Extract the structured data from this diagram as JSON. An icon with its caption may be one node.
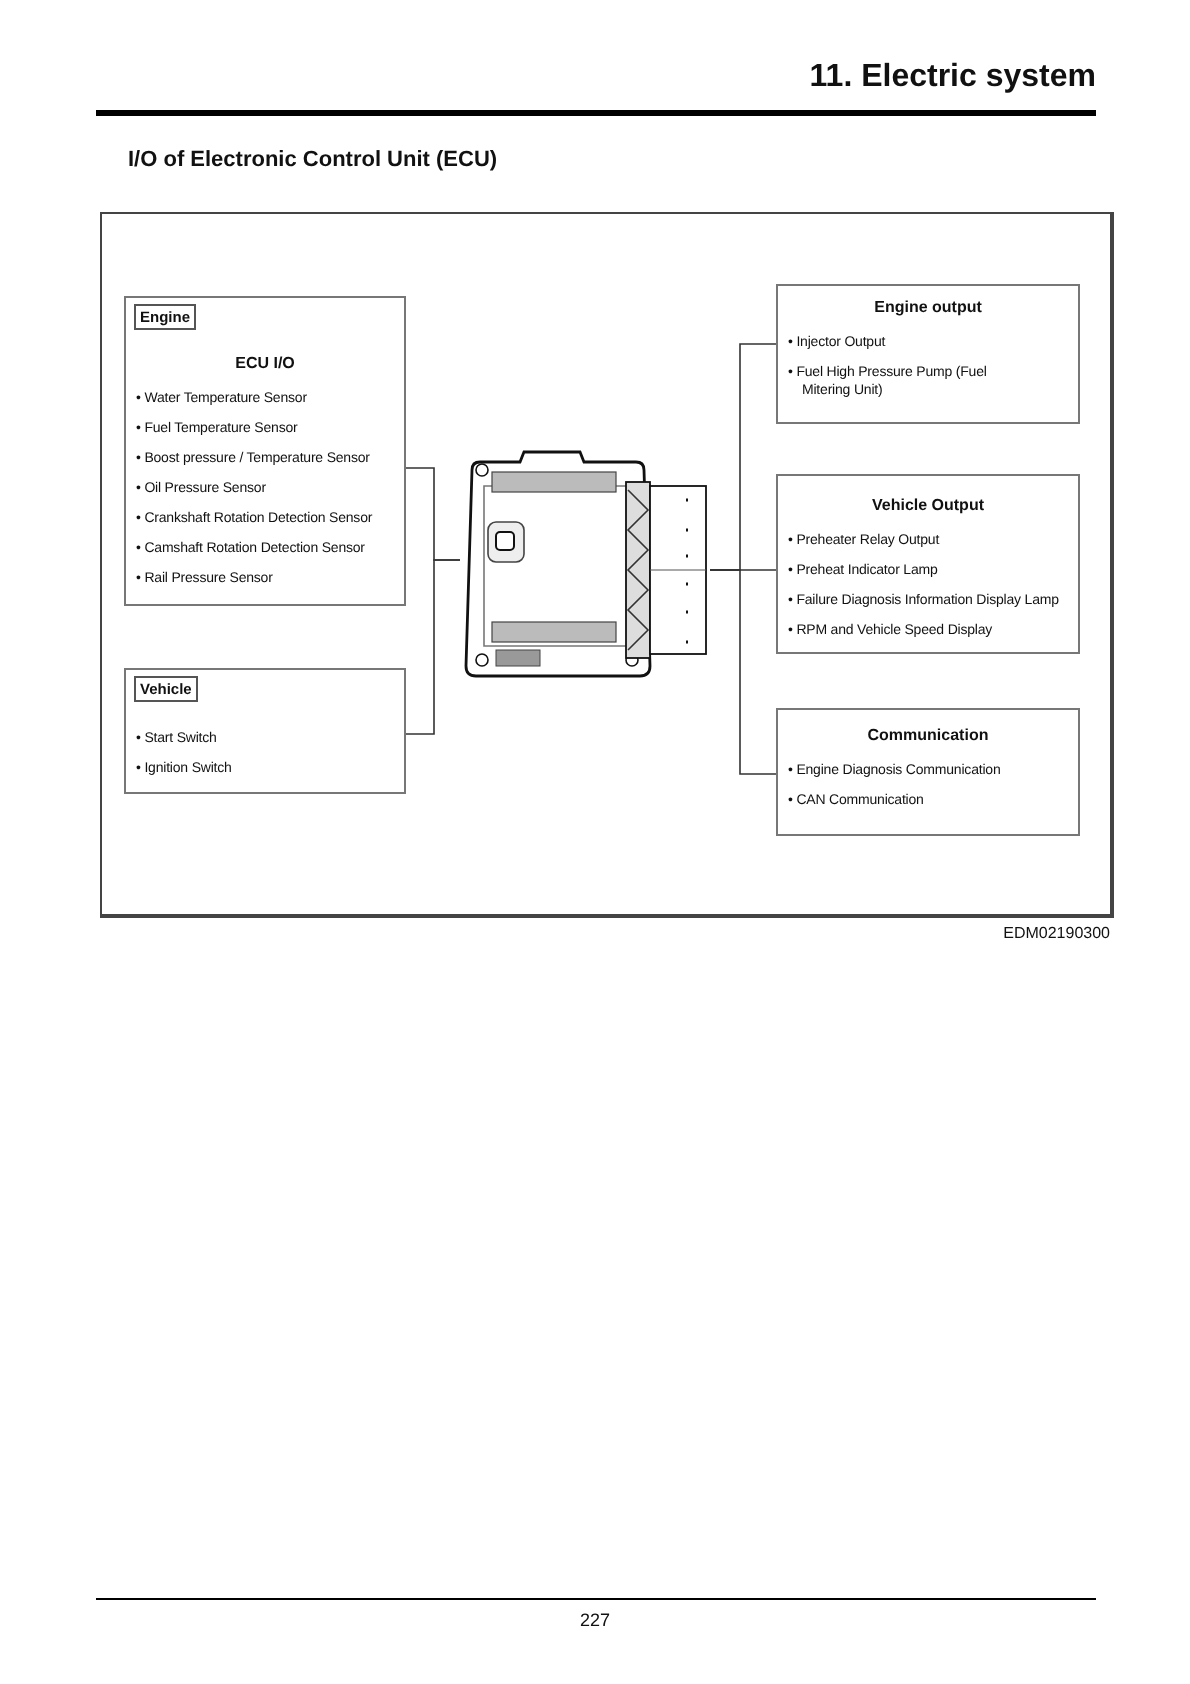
{
  "diagram": {
    "title": "I/O of Electronic Control Unit (ECU)",
    "nodes": [
      {
        "text": [
          "Engine",
          "ECU I/O",
          "• Water Temperature Sensor",
          "• Fuel Temperature Sensor",
          "• Boost pressure / Temperature Sensor",
          "• Oil Pressure Sensor",
          "• Crankshaft Rotation Detection Sensor",
          "• Camshaft Rotation Detection Sensor",
          "• Rail Pressure Sensor"
        ]
      },
      {
        "text": [
          "Vehicle",
          "• Start Switch",
          "• Ignition Switch"
        ]
      },
      {
        "text": [],
        "shape": "picture"
      },
      {
        "text": [
          "Engine output",
          "• Injector Output",
          "• Fuel High Pressure Pump (Fuel Mitering Unit)"
        ]
      },
      {
        "text": [
          "Vehicle Output",
          "• Preheater Relay Output",
          "• Preheat Indicator Lamp",
          "• Failure Diagnosis Information Display Lamp",
          "• RPM and Vehicle Speed Display"
        ]
      },
      {
        "text": [
          "Communication",
          "• Engine Diagnosis Communication",
          "• CAN Communication"
        ]
      }
    ],
    "edges": [
      {
        "from": 0,
        "to": 2,
        "arrow": "none"
      },
      {
        "from": 1,
        "to": 2,
        "arrow": "none"
      },
      {
        "from": 2,
        "to": 3,
        "arrow": "none"
      },
      {
        "from": 2,
        "to": 4,
        "arrow": "none"
      },
      {
        "from": 2,
        "to": 5,
        "arrow": "none"
      }
    ],
    "labels": [
      "11. Electric system",
      "EDM02190300",
      "227"
    ]
  }
}
